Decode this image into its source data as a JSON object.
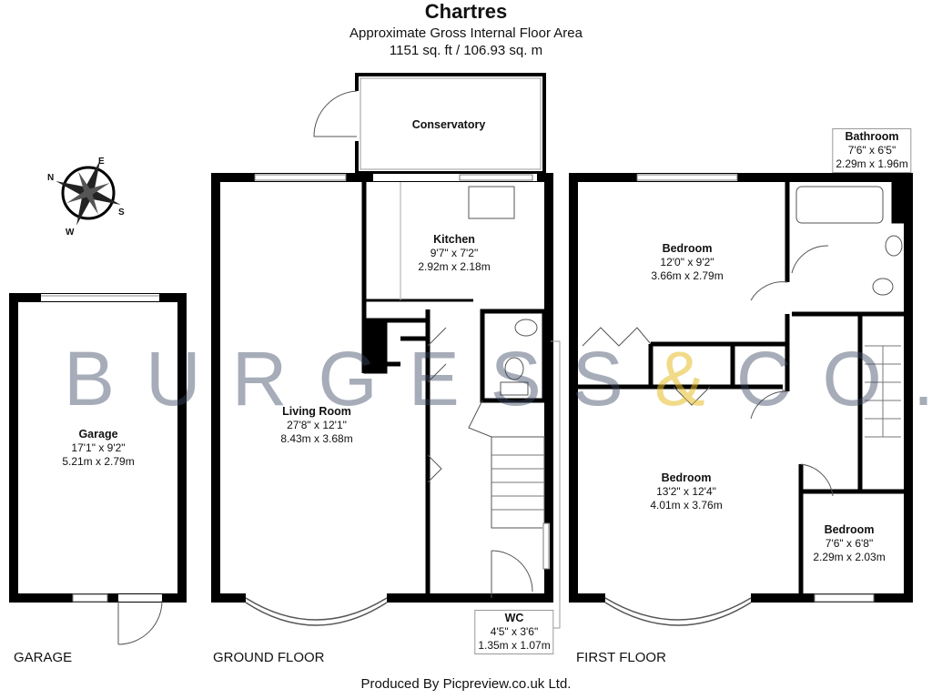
{
  "header": {
    "title": "Chartres",
    "subtitle": "Approximate Gross Internal Floor Area",
    "area": "1151 sq. ft / 106.93 sq. m"
  },
  "watermark": {
    "text_left": "BURGESS",
    "ampersand": "&",
    "text_right": "CO.",
    "color": "#3c4664",
    "accent": "#e6be28"
  },
  "compass": {
    "n": "N",
    "e": "E",
    "s": "S",
    "w": "W"
  },
  "rooms": {
    "conservatory": {
      "name": "Conservatory"
    },
    "kitchen": {
      "name": "Kitchen",
      "imperial": "9'7\" x 7'2\"",
      "metric": "2.92m x 2.18m"
    },
    "living": {
      "name": "Living Room",
      "imperial": "27'8\" x 12'1\"",
      "metric": "8.43m x 3.68m"
    },
    "wc": {
      "name": "WC",
      "imperial": "4'5\" x 3'6\"",
      "metric": "1.35m x 1.07m"
    },
    "garage": {
      "name": "Garage",
      "imperial": "17'1\" x 9'2\"",
      "metric": "5.21m x 2.79m"
    },
    "bed1": {
      "name": "Bedroom",
      "imperial": "12'0\" x 9'2\"",
      "metric": "3.66m x 2.79m"
    },
    "bed2": {
      "name": "Bedroom",
      "imperial": "13'2\" x 12'4\"",
      "metric": "4.01m x 3.76m"
    },
    "bed3": {
      "name": "Bedroom",
      "imperial": "7'6\" x 6'8\"",
      "metric": "2.29m x 2.03m"
    },
    "bathroom": {
      "name": "Bathroom",
      "imperial": "7'6\" x 6'5\"",
      "metric": "2.29m x 1.96m"
    }
  },
  "floors": {
    "garage": "GARAGE",
    "ground": "GROUND FLOOR",
    "first": "FIRST FLOOR"
  },
  "footer": "Produced By Picpreview.co.uk Ltd."
}
